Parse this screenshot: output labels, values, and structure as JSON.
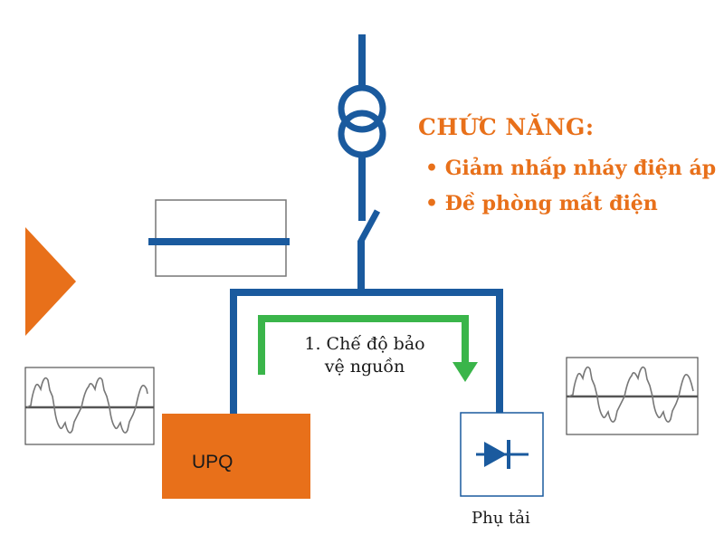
{
  "function_panel": {
    "title": "CHỨC NĂNG:",
    "bullets": [
      "Giảm nhấp nháy điện áp",
      "Đề phòng mất điện"
    ]
  },
  "mode": {
    "line1": "1. Chế độ bảo",
    "line2": "vệ nguồn"
  },
  "upq": {
    "label": "UPQ"
  },
  "load": {
    "label": "Phụ tải"
  },
  "colors": {
    "line": "#1a5a9e",
    "accent": "#e8701a",
    "flow_arrow": "#3ab54a",
    "box_border": "#777777"
  },
  "icons": {
    "transformer": "transformer-icon",
    "switch": "switch-icon",
    "diode": "diode-icon",
    "triangle": "play-triangle-icon"
  }
}
